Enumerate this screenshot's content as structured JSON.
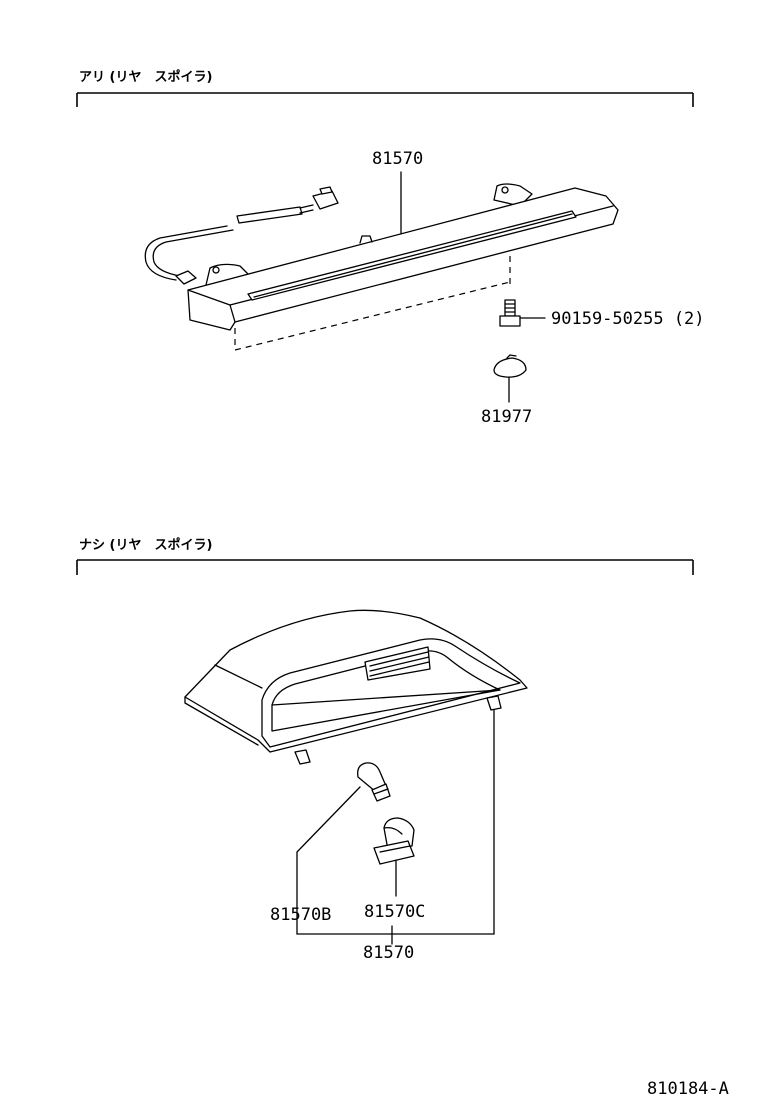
{
  "sections": [
    {
      "header": "アリ (リヤ　スポイラ)",
      "assembly_part": "81570",
      "bolt_part": "90159-50255 (2)",
      "cover_part": "81977"
    },
    {
      "header": "ナシ (リヤ　スポイラ)",
      "bulb_part": "81570B",
      "socket_part": "81570C",
      "assembly_part": "81570"
    }
  ],
  "figure_id": "810184-A"
}
